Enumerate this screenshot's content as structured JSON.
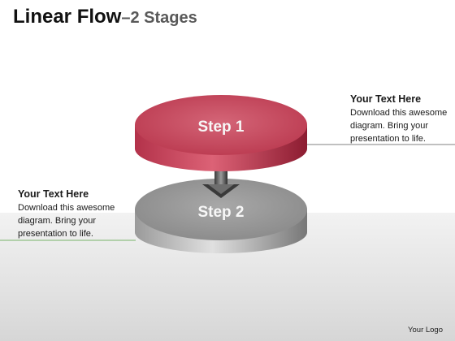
{
  "title": {
    "main": "Linear Flow",
    "dash": "–",
    "sub": "2 Stages"
  },
  "stages": [
    {
      "label": "Step 1",
      "color": "#c43a52"
    },
    {
      "label": "Step 2",
      "color": "#8c8c8c"
    }
  ],
  "callouts": [
    {
      "heading": "Your Text Here",
      "body": "Download this awesome diagram. Bring your presentation to life.",
      "line_color": "#808080"
    },
    {
      "heading": "Your Text Here",
      "body": "Download this awesome diagram. Bring your presentation to life.",
      "line_color": "#79b46a"
    }
  ],
  "logo": "Your Logo"
}
